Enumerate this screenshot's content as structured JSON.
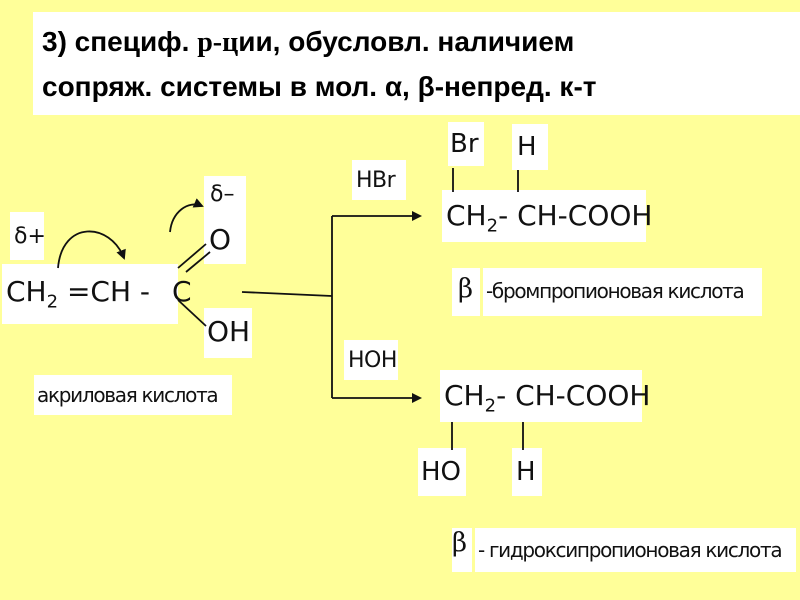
{
  "title": {
    "line1_pre": "3) специф. ",
    "line1_serif": "р-ц",
    "line1_post": "ии, обусловл. наличием",
    "line2": "сопряж. системы в мол. α, β-непред. к-т"
  },
  "acrylic": {
    "ch2": "CH",
    "ch2_sub": "2",
    "mid": " =CH -",
    "c": "C",
    "delta_plus": "δ+",
    "delta_minus": "δ–",
    "oxygen": "O",
    "hydroxyl": "OH",
    "name": "акриловая кислота"
  },
  "reagents": {
    "upper": "HBr",
    "lower": "HOH"
  },
  "product1": {
    "br": "Br",
    "h": "H",
    "ch2": "CH",
    "ch2_sub": "2",
    "rest": "- CH-COOH",
    "beta": "β",
    "name": "-бромпропионовая кислота"
  },
  "product2": {
    "ch2": "CH",
    "ch2_sub": "2",
    "rest": "- CH-COOH",
    "ho": "HO",
    "h": "H",
    "beta": "β",
    "name": "- гидроксипропионовая кислота"
  },
  "colors": {
    "background": "#ffff99",
    "box": "#ffffff",
    "ink": "#111111"
  }
}
